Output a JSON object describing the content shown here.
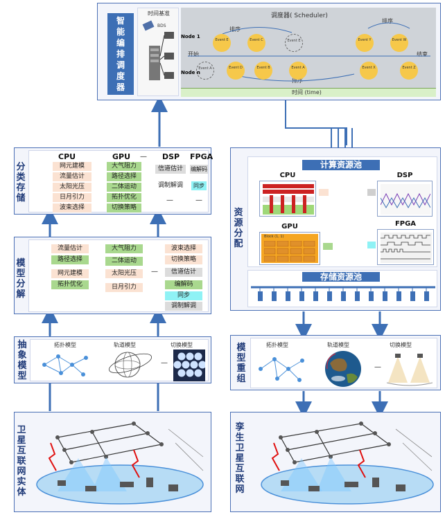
{
  "scheduler": {
    "title": "智能编排调度器",
    "time_ref": "时间基准",
    "bds": "BDS",
    "scheduler_label": "调度器( Scheduler)",
    "node1": "Node 1",
    "noden": "Node n",
    "start": "开始",
    "end": "结束",
    "order": "排序",
    "time_axis": "时间 (time)",
    "row1": [
      "Event E",
      "Event C",
      "Event E",
      "Event Y",
      "Event W"
    ],
    "row2": [
      "Event A",
      "Event D",
      "Event B",
      "Event A",
      "Event X",
      "Event Z"
    ]
  },
  "classify": {
    "title": "分类存储",
    "headers": [
      "CPU",
      "GPU",
      "DSP",
      "FPGA"
    ],
    "cpu": [
      "网元建模",
      "流量估计",
      "太阳光压",
      "日月引力",
      "波束选择"
    ],
    "gpu": [
      "大气阻力",
      "路径选择",
      "二体运动",
      "拓扑优化",
      "切换策略"
    ],
    "dsp": [
      "信道估计",
      "调制解调"
    ],
    "fpga": [
      "编解码",
      "同步"
    ],
    "dash": "—"
  },
  "decompose": {
    "title": "模型分解",
    "col1": [
      "流量估计",
      "路径选择",
      "网元建模",
      "拓扑优化"
    ],
    "col2": [
      "大气阻力",
      "二体运动",
      "太阳光压",
      "日月引力"
    ],
    "col3": [
      "波束选择",
      "切换策略",
      "信道估计",
      "编解码",
      "同步",
      "调制解调"
    ],
    "dash": "—"
  },
  "abstract": {
    "title": "抽象模型",
    "labels": [
      "拓扑模型",
      "轨道模型",
      "切换模型"
    ],
    "dash": "—"
  },
  "entity": {
    "title": "卫星互联网实体"
  },
  "resource": {
    "title": "资源分配",
    "compute_pool": "计算资源池",
    "storage_pool": "存储资源池",
    "cpu": "CPU",
    "dsp": "DSP",
    "gpu": "GPU",
    "fpga": "FPGA",
    "gpu_block": "Block (1, 1)"
  },
  "reassemble": {
    "title": "模型重组",
    "labels": [
      "拓扑模型",
      "轨道模型",
      "切换模型"
    ],
    "dash": "—"
  },
  "twin": {
    "title": "孪生卫星互联网"
  },
  "colors": {
    "accent": "#3d6fb5",
    "peach": "#fbe2d2",
    "green": "#a9d88e",
    "gray": "#dcdcdc",
    "cyan": "#8ff2f5",
    "event": "#f6c84a"
  }
}
